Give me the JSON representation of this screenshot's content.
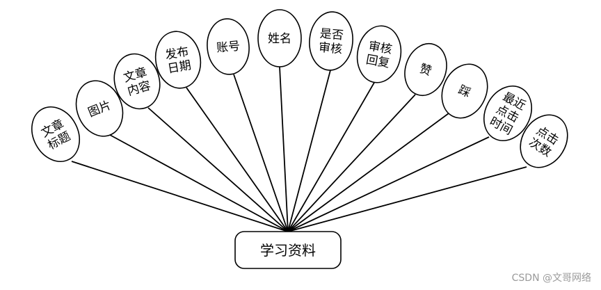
{
  "entity": {
    "label": "学习资料"
  },
  "attributes": [
    {
      "lines": [
        "文章",
        "标题"
      ]
    },
    {
      "lines": [
        "图片"
      ]
    },
    {
      "lines": [
        "文章",
        "内容"
      ]
    },
    {
      "lines": [
        "发布",
        "日期"
      ]
    },
    {
      "lines": [
        "账号"
      ]
    },
    {
      "lines": [
        "姓名"
      ]
    },
    {
      "lines": [
        "是否",
        "审核"
      ]
    },
    {
      "lines": [
        "审核",
        "回复"
      ]
    },
    {
      "lines": [
        "赞"
      ]
    },
    {
      "lines": [
        "踩"
      ]
    },
    {
      "lines": [
        "最近",
        "点击",
        "时间"
      ]
    },
    {
      "lines": [
        "点击",
        "次数"
      ]
    }
  ],
  "watermark": "CSDN @文哥网络"
}
